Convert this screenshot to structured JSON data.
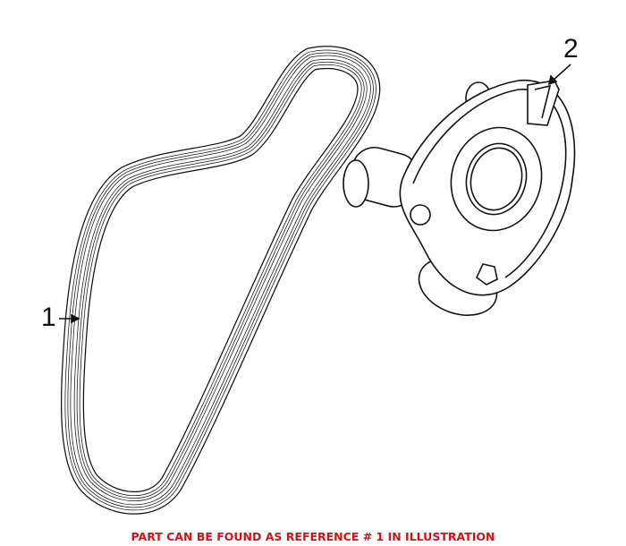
{
  "callouts": [
    {
      "label": "1",
      "part": "belt"
    },
    {
      "label": "2",
      "part": "tensioner"
    }
  ],
  "note": {
    "text": "PART CAN BE FOUND AS REFERENCE # 1 IN ILLUSTRATION",
    "color": "#d0121b"
  }
}
